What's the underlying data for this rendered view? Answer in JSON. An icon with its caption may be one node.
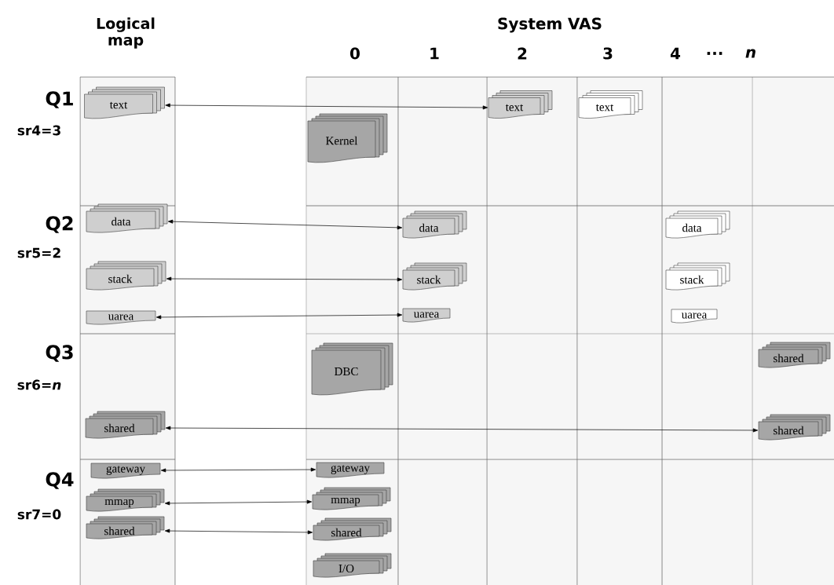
{
  "diagram": {
    "nodes": [
      {
        "text": [
          "text"
        ]
      },
      {
        "text": [
          "Kernel"
        ]
      },
      {
        "text": [
          "text"
        ]
      },
      {
        "text": [
          "text"
        ]
      },
      {
        "text": [
          "data"
        ]
      },
      {
        "text": [
          "data"
        ]
      },
      {
        "text": [
          "data"
        ]
      },
      {
        "text": [
          "stack"
        ]
      },
      {
        "text": [
          "stack"
        ]
      },
      {
        "text": [
          "stack"
        ]
      },
      {
        "text": [
          "uarea"
        ]
      },
      {
        "text": [
          "uarea"
        ]
      },
      {
        "text": [
          "uarea"
        ]
      },
      {
        "text": [
          "DBC"
        ]
      },
      {
        "text": [
          "shared"
        ]
      },
      {
        "text": [
          "shared"
        ]
      },
      {
        "text": [
          "shared"
        ]
      },
      {
        "text": [
          "gateway"
        ]
      },
      {
        "text": [
          "gateway"
        ]
      },
      {
        "text": [
          "mmap"
        ]
      },
      {
        "text": [
          "mmap"
        ]
      },
      {
        "text": [
          "shared"
        ]
      },
      {
        "text": [
          "shared"
        ]
      },
      {
        "text": [
          "I/O"
        ]
      }
    ],
    "edges": [
      {
        "from": 0,
        "to": 2,
        "arrow": "both"
      },
      {
        "from": 4,
        "to": 5,
        "arrow": "both"
      },
      {
        "from": 7,
        "to": 8,
        "arrow": "both"
      },
      {
        "from": 10,
        "to": 11,
        "arrow": "both"
      },
      {
        "from": 15,
        "to": 16,
        "arrow": "both"
      },
      {
        "from": 17,
        "to": 18,
        "arrow": "both"
      },
      {
        "from": 19,
        "to": 20,
        "arrow": "both"
      },
      {
        "from": 21,
        "to": 22,
        "arrow": "both"
      }
    ],
    "labels": [
      "Logical map",
      "System VAS",
      "0",
      "1",
      "2",
      "3",
      "4",
      "...",
      "n",
      "Q1",
      "sr4=3",
      "Q2",
      "sr5=2",
      "Q3",
      "sr6=*n*",
      "Q4",
      "sr7=0"
    ]
  }
}
